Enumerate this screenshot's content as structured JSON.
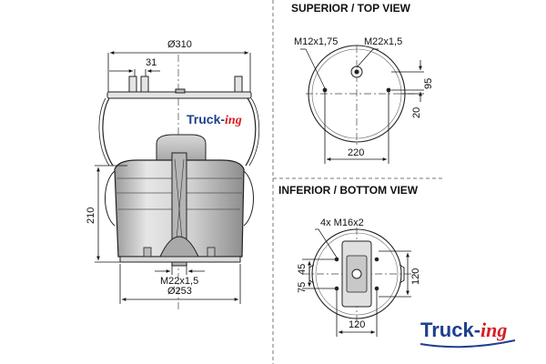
{
  "headers": {
    "top_view": "SUPERIOR / TOP VIEW",
    "bottom_view": "INFERIOR / BOTTOM VIEW"
  },
  "side_view": {
    "dim_top_diameter": "Ø310",
    "dim_31": "31",
    "dim_height": "210",
    "dim_thread": "M22x1,5",
    "dim_bottom_diameter": "Ø253"
  },
  "top_view": {
    "dim_thread_small": "M12x1,75",
    "dim_thread_large": "M22x1,5",
    "dim_95": "95",
    "dim_20": "20",
    "dim_220": "220"
  },
  "bottom_view": {
    "dim_holes": "4x M16x2",
    "dim_75": "75",
    "dim_45": "45",
    "dim_120_right": "120",
    "dim_120_bottom": "120"
  },
  "logo": {
    "part1": "Truck-",
    "part2": "ing"
  },
  "colors": {
    "logo_blue": "#1f3f8f",
    "logo_red": "#d81d24",
    "line": "#222222",
    "body_gray": "#cfcfcf"
  }
}
